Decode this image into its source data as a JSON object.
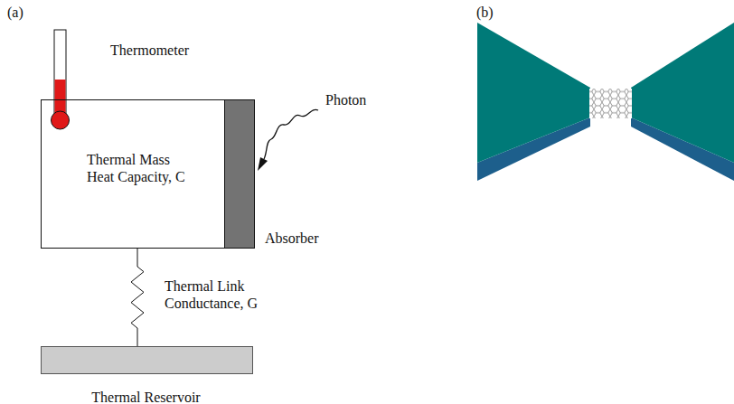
{
  "diagram": {
    "nodes": [
      {
        "text": [
          "Thermal Mass Heat Capacity, C"
        ]
      },
      {
        "text": [
          "Absorber"
        ]
      },
      {
        "text": [
          "Thermal Reservoir"
        ]
      }
    ],
    "edges": [
      {
        "from": 0,
        "to": 2,
        "arrow": "none",
        "label": "Thermal Link Conductance, G"
      }
    ],
    "labels": [
      "(a)",
      "(b)",
      "Thermometer",
      "Photon"
    ]
  }
}
